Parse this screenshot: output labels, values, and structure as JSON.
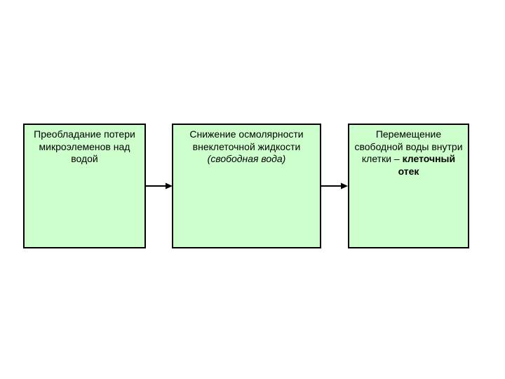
{
  "colors": {
    "page_bg": "#ffffff",
    "box_fill": "#ccffcc",
    "box_border": "#000000",
    "arrow_color": "#000000",
    "text_color": "#000000"
  },
  "flowchart": {
    "node1": {
      "line1": "Преобладание потери",
      "line2": "микроэлеменов над",
      "line3": "водой"
    },
    "node2": {
      "line1": "Снижение осмолярности",
      "line2": "внеклеточной жидкости",
      "line3_italic": "(свободная вода)"
    },
    "node3": {
      "line1": "Перемещение",
      "line2": "свободной воды внутри",
      "line3_start": "клетки – ",
      "line3_emphasis": "клеточный",
      "line4_emphasis": "отек"
    }
  }
}
